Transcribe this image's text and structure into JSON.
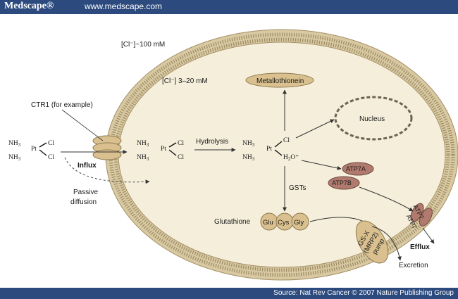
{
  "header": {
    "brand": "Medscape®",
    "url": "www.medscape.com"
  },
  "footer": {
    "source": "Source: Nat Rev Cancer © 2007 Nature Publishing Group"
  },
  "labels": {
    "cl_extra": "[Cl⁻]~100 mM",
    "cl_intra": "[Cl⁻] 3–20 mM",
    "ctr1": "CTR1 (for example)",
    "influx": "Influx",
    "passive_1": "Passive",
    "passive_2": "diffusion",
    "hydrolysis": "Hydrolysis",
    "metallothionein": "Metallothionein",
    "nucleus": "Nucleus",
    "atp7a": "ATP7A",
    "atp7b": "ATP7B",
    "gsts": "GSTs",
    "glutathione": "Glutathione",
    "glu": "Glu",
    "cys": "Cys",
    "gly": "Gly",
    "gsx_1": "GS-X",
    "gsx_2": "(MRP2)",
    "gsx_3": "pump",
    "efflux": "Efflux",
    "excretion": "Excretion"
  },
  "chem": {
    "nh3": "NH",
    "sub3": "3",
    "pt": "Pt",
    "cl": "Cl",
    "h2o": "H",
    "sub2": "2",
    "o_plus": "O⁺"
  },
  "colors": {
    "header_bg": "#2c4a7e",
    "cell_fill": "#f5eedb",
    "membrane": "#c9b58a",
    "protein_fill": "#d9c08e",
    "atp_fill": "#b07a6e"
  }
}
